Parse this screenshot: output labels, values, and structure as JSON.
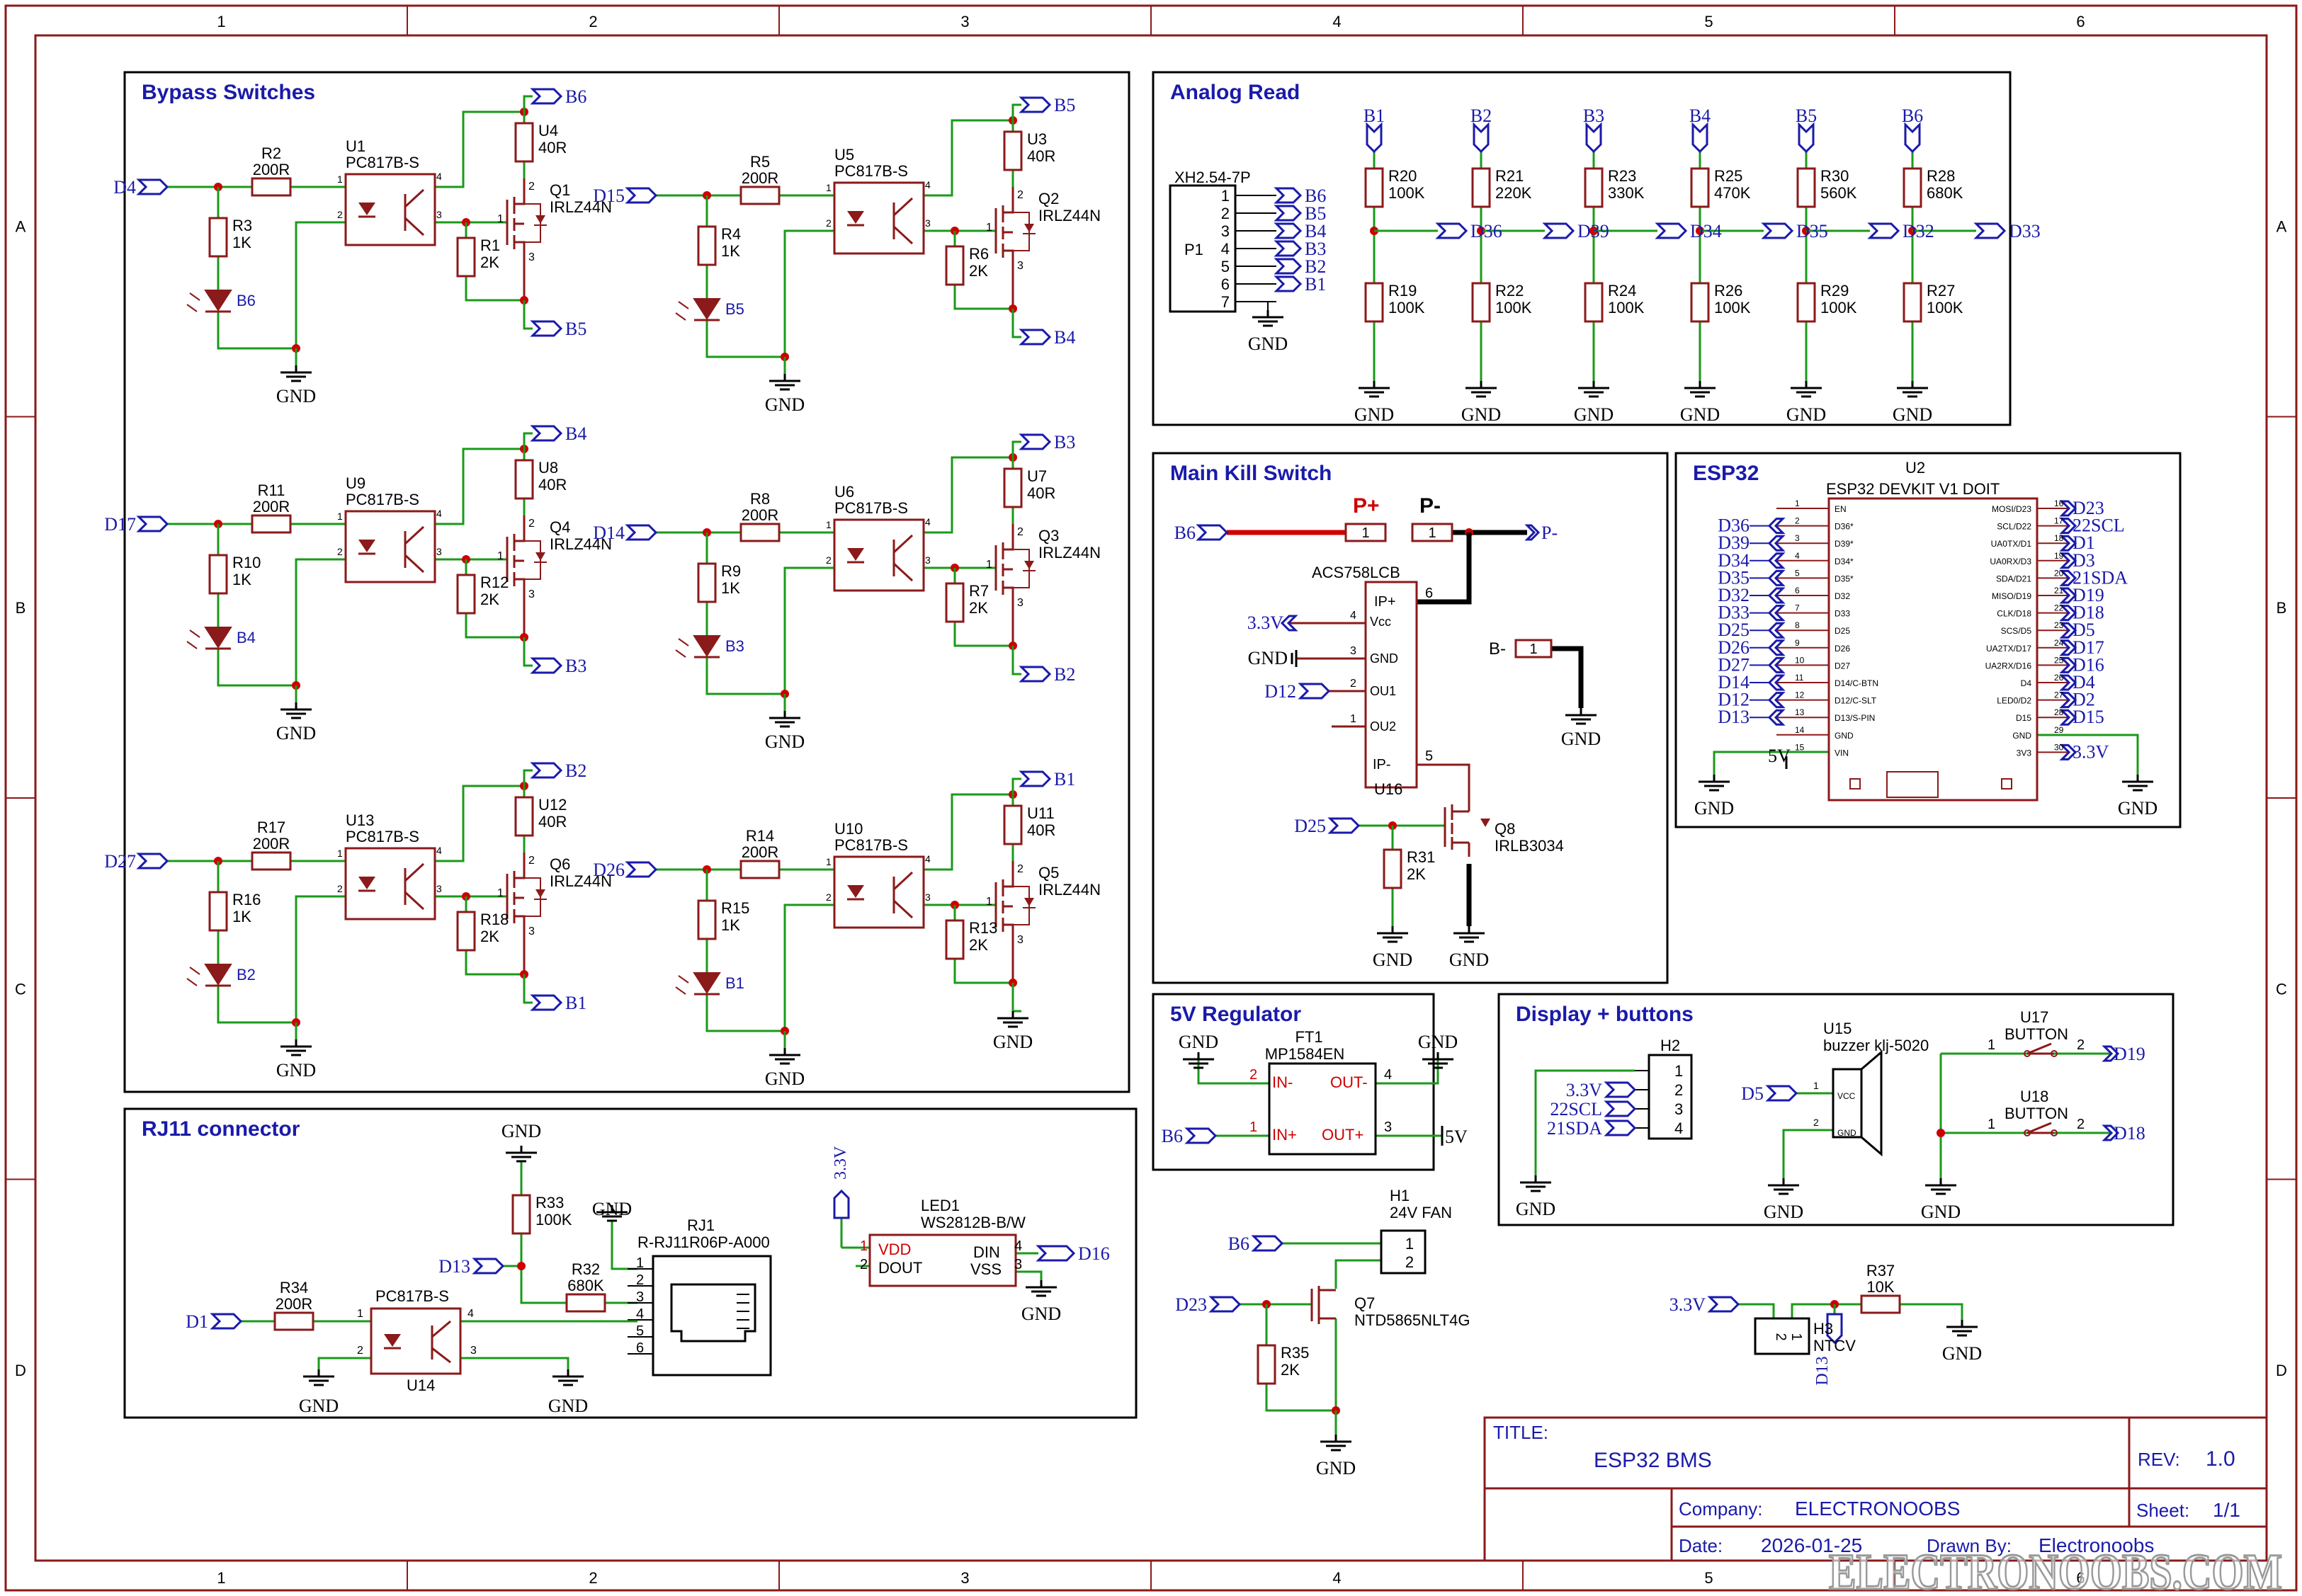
{
  "colors": {
    "frame": "#8b1a1a",
    "wire": "#1a9a1a",
    "part": "#8b1a1a",
    "label": "#1a1aaa",
    "title": "#1a1aaa",
    "junction": "#cc0000",
    "power": "#cc0000",
    "text": "#000000"
  },
  "frame": {
    "cols": [
      "1",
      "2",
      "3",
      "4",
      "5",
      "6"
    ],
    "rows": [
      "A",
      "B",
      "C",
      "D"
    ]
  },
  "sections": {
    "bypass": "Bypass Switches",
    "analog": "Analog Read",
    "kill": "Main Kill Switch",
    "esp": "ESP32",
    "reg": "5V Regulator",
    "disp": "Display + buttons",
    "rj11": "RJ11 connector"
  },
  "bypass": {
    "cells": [
      {
        "ctrl": "D4",
        "r_in": "R2",
        "r_in_v": "200R",
        "r_led": "R3",
        "r_led_v": "1K",
        "led": "B6",
        "opto": "U1",
        "opto_v": "PC817B-S",
        "load": "U4",
        "load_v": "40R",
        "fet": "Q1",
        "fet_v": "IRLZ44N",
        "r_g": "R1",
        "r_g_v": "2K",
        "top": "B6",
        "bot": "B5",
        "gnd": "GND"
      },
      {
        "ctrl": "D15",
        "r_in": "R5",
        "r_in_v": "200R",
        "r_led": "R4",
        "r_led_v": "1K",
        "led": "B5",
        "opto": "U5",
        "opto_v": "PC817B-S",
        "load": "U3",
        "load_v": "40R",
        "fet": "Q2",
        "fet_v": "IRLZ44N",
        "r_g": "R6",
        "r_g_v": "2K",
        "top": "B5",
        "bot": "B4",
        "gnd": "GND"
      },
      {
        "ctrl": "D17",
        "r_in": "R11",
        "r_in_v": "200R",
        "r_led": "R10",
        "r_led_v": "1K",
        "led": "B4",
        "opto": "U9",
        "opto_v": "PC817B-S",
        "load": "U8",
        "load_v": "40R",
        "fet": "Q4",
        "fet_v": "IRLZ44N",
        "r_g": "R12",
        "r_g_v": "2K",
        "top": "B4",
        "bot": "B3",
        "gnd": "GND"
      },
      {
        "ctrl": "D14",
        "r_in": "R8",
        "r_in_v": "200R",
        "r_led": "R9",
        "r_led_v": "1K",
        "led": "B3",
        "opto": "U6",
        "opto_v": "PC817B-S",
        "load": "U7",
        "load_v": "40R",
        "fet": "Q3",
        "fet_v": "IRLZ44N",
        "r_g": "R7",
        "r_g_v": "2K",
        "top": "B3",
        "bot": "B2",
        "gnd": "GND"
      },
      {
        "ctrl": "D27",
        "r_in": "R17",
        "r_in_v": "200R",
        "r_led": "R16",
        "r_led_v": "1K",
        "led": "B2",
        "opto": "U13",
        "opto_v": "PC817B-S",
        "load": "U12",
        "load_v": "40R",
        "fet": "Q6",
        "fet_v": "IRLZ44N",
        "r_g": "R18",
        "r_g_v": "2K",
        "top": "B2",
        "bot": "B1",
        "gnd": "GND"
      },
      {
        "ctrl": "D26",
        "r_in": "R14",
        "r_in_v": "200R",
        "r_led": "R15",
        "r_led_v": "1K",
        "led": "B1",
        "opto": "U10",
        "opto_v": "PC817B-S",
        "load": "U11",
        "load_v": "40R",
        "fet": "Q5",
        "fet_v": "IRLZ44N",
        "r_g": "R13",
        "r_g_v": "2K",
        "top": "B1",
        "bot": "",
        "gnd": "GND"
      }
    ]
  },
  "analog": {
    "connector": {
      "ref": "P1",
      "type": "XH2.54-7P",
      "pins": [
        "1",
        "2",
        "3",
        "4",
        "5",
        "6",
        "7"
      ],
      "nets": [
        "B6",
        "B5",
        "B4",
        "B3",
        "B2",
        "B1"
      ],
      "gnd": "GND"
    },
    "dividers": [
      {
        "net": "B1",
        "rt": "R20",
        "rt_v": "100K",
        "out": "D36",
        "rb": "R19",
        "rb_v": "100K"
      },
      {
        "net": "B2",
        "rt": "R21",
        "rt_v": "220K",
        "out": "D39",
        "rb": "R22",
        "rb_v": "100K"
      },
      {
        "net": "B3",
        "rt": "R23",
        "rt_v": "330K",
        "out": "D34",
        "rb": "R24",
        "rb_v": "100K"
      },
      {
        "net": "B4",
        "rt": "R25",
        "rt_v": "470K",
        "out": "D35",
        "rb": "R26",
        "rb_v": "100K"
      },
      {
        "net": "B5",
        "rt": "R30",
        "rt_v": "560K",
        "out": "D32",
        "rb": "R29",
        "rb_v": "100K"
      },
      {
        "net": "B6",
        "rt": "R28",
        "rt_v": "680K",
        "out": "D33",
        "rb": "R27",
        "rb_v": "100K"
      }
    ],
    "gnd": "GND"
  },
  "kill": {
    "b6": "B6",
    "pplus": "P+",
    "pminus": "P-",
    "pminus_net": "P-",
    "pad": "1",
    "bminus": "B-",
    "sensor": "ACS758LCB",
    "sensor_ref": "U16",
    "pins": {
      "ipp": "IP+",
      "ipm": "IP-",
      "vcc": "Vcc",
      "gnd": "GND",
      "ou1": "OU1",
      "ou2": "OU2",
      "n6": "6",
      "n5": "5",
      "n4": "4",
      "n3": "3",
      "n2": "2",
      "n1": "1"
    },
    "v33": "3.3V",
    "gnd": "GND",
    "d12": "D12",
    "d25": "D25",
    "fet": "Q8",
    "fet_v": "IRLB3034",
    "r": "R31",
    "r_v": "2K"
  },
  "esp": {
    "ref": "U2",
    "type": "ESP32 DEVKIT V1 DOIT",
    "left_pins": [
      {
        "num": "1",
        "name": "EN",
        "net": ""
      },
      {
        "num": "2",
        "name": "D36*",
        "net": "D36"
      },
      {
        "num": "3",
        "name": "D39*",
        "net": "D39"
      },
      {
        "num": "4",
        "name": "D34*",
        "net": "D34"
      },
      {
        "num": "5",
        "name": "D35*",
        "net": "D35"
      },
      {
        "num": "6",
        "name": "D32",
        "net": "D32"
      },
      {
        "num": "7",
        "name": "D33",
        "net": "D33"
      },
      {
        "num": "8",
        "name": "D25",
        "net": "D25"
      },
      {
        "num": "9",
        "name": "D26",
        "net": "D26"
      },
      {
        "num": "10",
        "name": "D27",
        "net": "D27"
      },
      {
        "num": "11",
        "name": "D14/C-BTN",
        "net": "D14"
      },
      {
        "num": "12",
        "name": "D12/C-SLT",
        "net": "D12"
      },
      {
        "num": "13",
        "name": "D13/S-PIN",
        "net": "D13"
      },
      {
        "num": "14",
        "name": "GND",
        "net": ""
      },
      {
        "num": "15",
        "name": "VIN",
        "net": "5V"
      }
    ],
    "right_pins": [
      {
        "num": "16",
        "name": "MOSI/D23",
        "net": "D23"
      },
      {
        "num": "17",
        "name": "SCL/D22",
        "net": "22SCL"
      },
      {
        "num": "18",
        "name": "UA0TX/D1",
        "net": "D1"
      },
      {
        "num": "19",
        "name": "UA0RX/D3",
        "net": "D3"
      },
      {
        "num": "20",
        "name": "SDA/D21",
        "net": "21SDA"
      },
      {
        "num": "21",
        "name": "MISO/D19",
        "net": "D19"
      },
      {
        "num": "22",
        "name": "CLK/D18",
        "net": "D18"
      },
      {
        "num": "23",
        "name": "SCS/D5",
        "net": "D5"
      },
      {
        "num": "24",
        "name": "UA2TX/D17",
        "net": "D17"
      },
      {
        "num": "25",
        "name": "UA2RX/D16",
        "net": "D16"
      },
      {
        "num": "26",
        "name": "D4",
        "net": "D4"
      },
      {
        "num": "27",
        "name": "LED0/D2",
        "net": "D2"
      },
      {
        "num": "28",
        "name": "D15",
        "net": "D15"
      },
      {
        "num": "29",
        "name": "GND",
        "net": ""
      },
      {
        "num": "30",
        "name": "3V3",
        "net": "3.3V"
      }
    ],
    "gnd": "GND"
  },
  "reg": {
    "ref": "FT1",
    "type": "MP1584EN",
    "inm": "IN-",
    "inp": "IN+",
    "outm": "OUT-",
    "outp": "OUT+",
    "n1": "1",
    "n2": "2",
    "n3": "3",
    "n4": "4",
    "gnd": "GND",
    "b6": "B6",
    "v5": "5V"
  },
  "disp": {
    "h2": "H2",
    "h2_pins": [
      "1",
      "2",
      "3",
      "4"
    ],
    "h2_nets": [
      "3.3V",
      "22SCL",
      "21SDA"
    ],
    "buzzer": "U15",
    "buzzer_v": "buzzer klj-5020",
    "vcc": "VCC",
    "bgnd": "GND",
    "d5": "D5",
    "b1": "1",
    "b2": "2",
    "btn1": "U17",
    "btn1_v": "BUTTON",
    "btn1_net": "D19",
    "btn2": "U18",
    "btn2_v": "BUTTON",
    "btn2_net": "D18",
    "gnd": "GND"
  },
  "fan": {
    "ref": "H1",
    "type": "24V FAN",
    "b6": "B6",
    "d23": "D23",
    "fet": "Q7",
    "fet_v": "NTD5865NLT4G",
    "r": "R35",
    "r_v": "2K",
    "p1": "1",
    "p2": "2",
    "gnd": "GND"
  },
  "ntc": {
    "v33": "3.3V",
    "ref": "H3",
    "type": "NTCV",
    "r": "R37",
    "r_v": "10K",
    "net": "D13",
    "p1": "1",
    "p2": "2",
    "gnd": "GND"
  },
  "rj11": {
    "gnd": "GND",
    "r33": "R33",
    "r33_v": "100K",
    "r32": "R32",
    "r32_v": "680K",
    "r34": "R34",
    "r34_v": "200R",
    "d13": "D13",
    "d1": "D1",
    "opto": "U14",
    "opto_v": "PC817B-S",
    "jack": "RJ1",
    "jack_v": "R-RJ11R06P-A000",
    "jack_pins": [
      "1",
      "2",
      "3",
      "4",
      "5",
      "6"
    ],
    "led": "LED1",
    "led_v": "WS2812B-B/W",
    "vdd": "VDD",
    "dout": "DOUT",
    "din": "DIN",
    "vss": "VSS",
    "v33": "3.3V",
    "d16": "D16",
    "n1": "1",
    "n2": "2",
    "n3": "3",
    "n4": "4"
  },
  "titleblock": {
    "title_label": "TITLE:",
    "title": "ESP32 BMS",
    "rev_label": "REV:",
    "rev": "1.0",
    "company_label": "Company:",
    "company": "ELECTRONOOBS",
    "sheet_label": "Sheet:",
    "sheet": "1/1",
    "date_label": "Date:",
    "date": "2026-01-25",
    "drawn_label": "Drawn By:",
    "drawn": "Electronoobs"
  },
  "watermark": "ELECTRONOOBS.COM"
}
